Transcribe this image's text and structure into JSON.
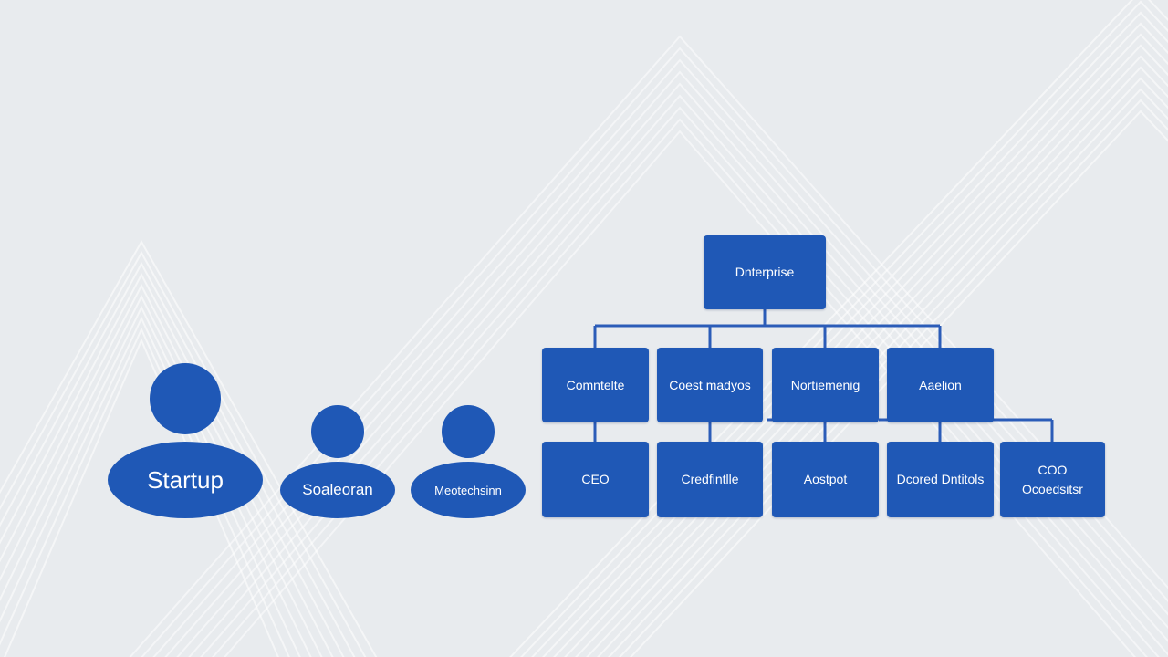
{
  "colors": {
    "background": "#e8ebee",
    "pattern_line": "#ffffff",
    "shape_fill": "#1f58b6",
    "connector": "#2b5cb8",
    "text": "#ffffff"
  },
  "people": [
    {
      "label": "Startup"
    },
    {
      "label": "Soaleoran"
    },
    {
      "label": "Meotechsinn"
    }
  ],
  "org_chart": {
    "root": {
      "label": "Dnterprise"
    },
    "level2": [
      {
        "label": "Comntelte"
      },
      {
        "label": "Coest madyos"
      },
      {
        "label": "Nortiemenig"
      },
      {
        "label": "Aaelion"
      }
    ],
    "level3": [
      {
        "lines": [
          "CEO"
        ]
      },
      {
        "lines": [
          "Credfintlle"
        ]
      },
      {
        "lines": [
          "Aostpot"
        ]
      },
      {
        "lines": [
          "Dcored Dntitols"
        ]
      },
      {
        "lines": [
          "COO",
          "Ocoedsitsr"
        ]
      }
    ]
  }
}
